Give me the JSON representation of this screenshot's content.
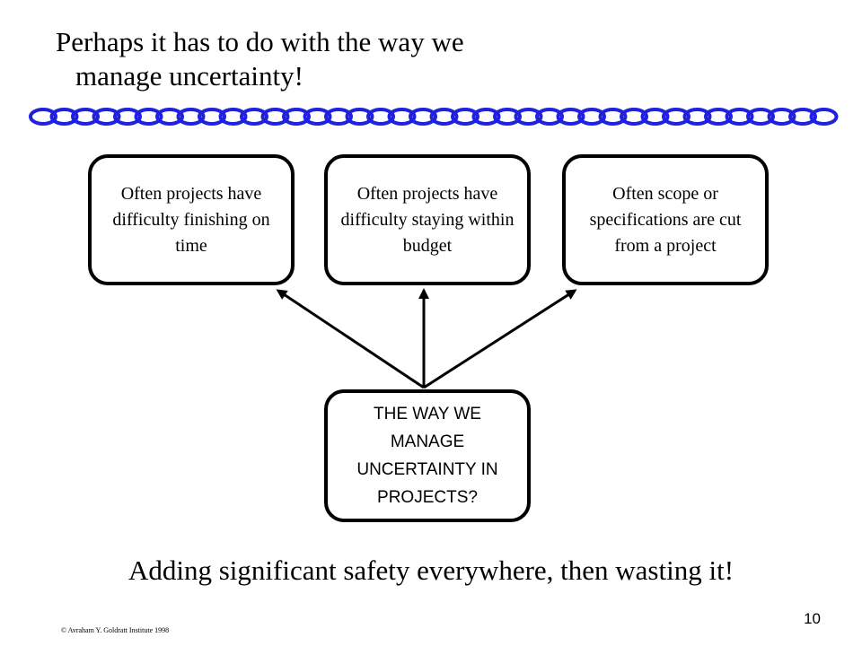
{
  "title": {
    "line1": "Perhaps it has to do with the way we",
    "line2": "manage uncertainty!"
  },
  "divider": {
    "icon": "chain-links-icon",
    "color": "#2020e0"
  },
  "effects": [
    {
      "text": "Often projects have difficulty finishing on time"
    },
    {
      "text": "Often projects have difficulty staying within budget"
    },
    {
      "text": "Often scope or specifications are cut from a project"
    }
  ],
  "cause": {
    "text": "THE WAY WE MANAGE UNCERTAINTY IN PROJECTS?"
  },
  "tagline": "Adding significant safety everywhere, then wasting it!",
  "footer": {
    "copyright": "© Avraham Y. Goldratt Institute 1998",
    "page_number": "10"
  }
}
